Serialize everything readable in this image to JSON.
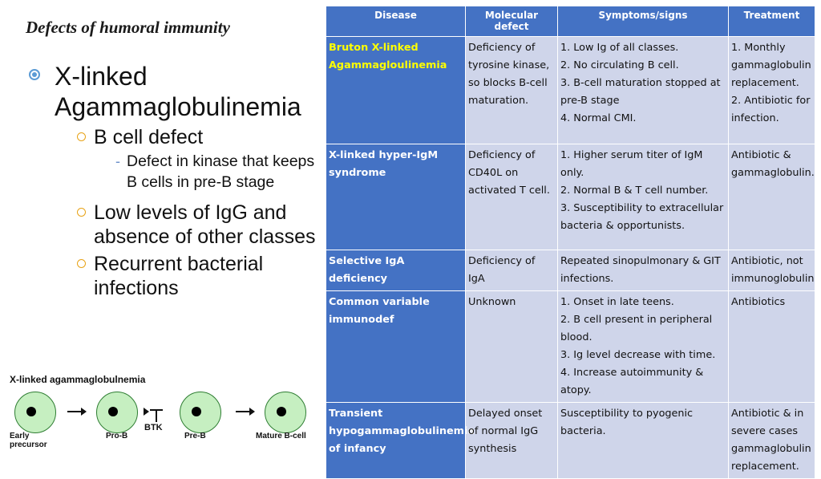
{
  "slide": {
    "title": "Defects of humoral immunity"
  },
  "bullets": {
    "main": "X-linked Agammaglobulinemia",
    "sub1": "B cell defect",
    "sub1_detail": "Defect in kinase that keeps B cells in pre-B stage",
    "sub2": "Low levels of IgG and absence of other classes",
    "sub3": "Recurrent bacterial infections"
  },
  "table": {
    "headers": [
      "Disease",
      "Molecular defect",
      "Symptoms/signs",
      "Treatment"
    ],
    "rows": [
      {
        "disease": "Bruton X-linked Agammagloulinemia",
        "molecular": "Deficiency of tyrosine kinase, so blocks B-cell maturation.",
        "symptoms": [
          "1. Low Ig of all classes.",
          "2. No circulating B cell.",
          "3. B-cell maturation stopped at pre-B stage",
          "4. Normal CMI."
        ],
        "treatment": [
          "1. Monthly gammaglobulin replacement.",
          "2. Antibiotic for infection."
        ]
      },
      {
        "disease": "X-linked hyper-IgM syndrome",
        "molecular": "Deficiency of CD40L on activated T cell.",
        "symptoms": [
          "1. Higher serum titer of IgM only.",
          "2. Normal B & T cell number.",
          "3. Susceptibility to extracellular bacteria & opportunists."
        ],
        "treatment": [
          "Antibiotic & gammaglobulin."
        ]
      },
      {
        "disease": "Selective IgA deficiency",
        "molecular": "Deficiency of IgA",
        "symptoms": [
          "Repeated sinopulmonary & GIT infections."
        ],
        "treatment": [
          "Antibiotic, not immunoglobulin"
        ]
      },
      {
        "disease": "Common variable immunodef",
        "molecular": "Unknown",
        "symptoms": [
          "1. Onset in late teens.",
          "2. B cell present in peripheral blood.",
          "3. Ig level decrease with time.",
          "4. Increase autoimmunity & atopy."
        ],
        "treatment": [
          "Antibiotics"
        ]
      },
      {
        "disease": "Transient hypogammaglobulinemia of infancy",
        "molecular": "Delayed onset of normal IgG synthesis",
        "symptoms": [
          "Susceptibility to pyogenic bacteria."
        ],
        "treatment": [
          "Antibiotic & in severe cases gammaglobulin replacement."
        ]
      }
    ]
  },
  "diagram": {
    "title": "X-linked agammaglobulnemia",
    "stages": [
      "Early precursor",
      "Pro-B",
      "Pre-B",
      "Mature B-cell"
    ],
    "blocker": "BTK"
  }
}
